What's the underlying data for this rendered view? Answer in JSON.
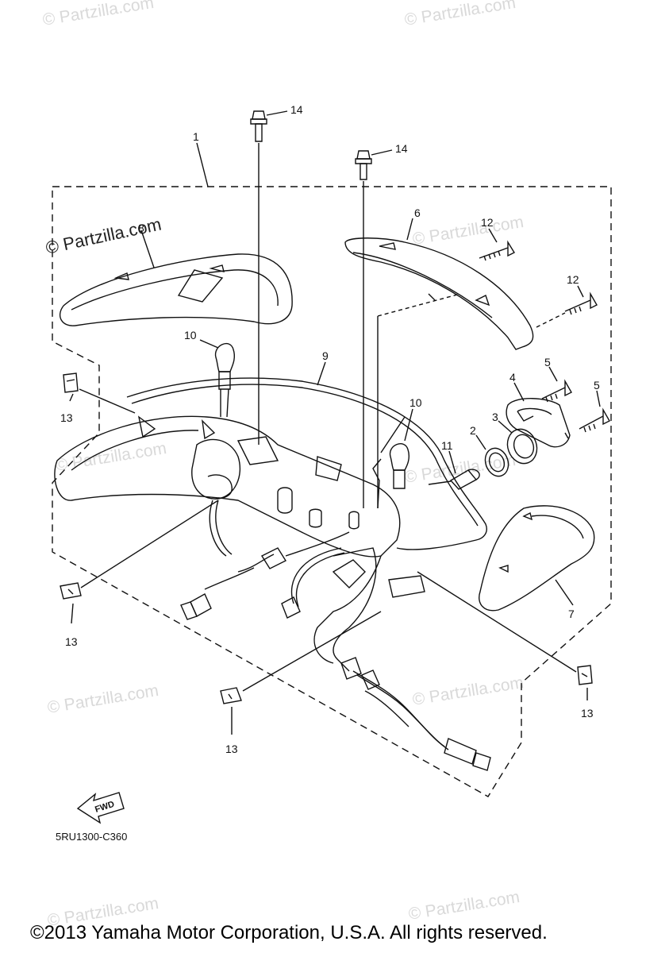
{
  "watermark": "© Partzilla.com",
  "callouts": [
    "1",
    "2",
    "3",
    "4",
    "5",
    "5",
    "6",
    "7",
    "8",
    "9",
    "10",
    "10",
    "11",
    "12",
    "12",
    "13",
    "13",
    "13",
    "13",
    "14",
    "14"
  ],
  "fwd_label": "FWD",
  "diagram_code": "5RU1300-C360",
  "copyright": "©2013 Yamaha Motor Corporation, U.S.A. All rights reserved.",
  "colors": {
    "line": "#111111",
    "watermark": "#d9d9d9",
    "background": "#ffffff"
  }
}
